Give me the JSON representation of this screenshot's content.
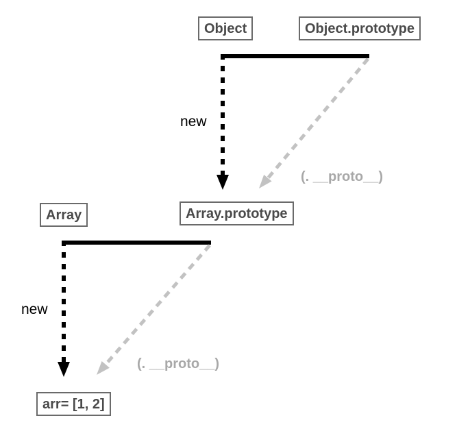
{
  "diagram": {
    "nodes": {
      "object": {
        "label": "Object"
      },
      "object_prototype": {
        "label": "Object.prototype"
      },
      "array": {
        "label": "Array"
      },
      "array_prototype": {
        "label": "Array.prototype"
      },
      "arr_instance": {
        "label": "arr= [1, 2]"
      }
    },
    "edges": {
      "object_new": {
        "label": "new"
      },
      "object_proto": {
        "label": "(. __proto__)"
      },
      "array_new": {
        "label": "new"
      },
      "array_proto": {
        "label": "(. __proto__)"
      }
    },
    "colors": {
      "box_border": "#6a6a6a",
      "box_text": "#4a4a4a",
      "solid_line": "#000000",
      "new_text": "#000000",
      "proto_line": "#c2c2c2",
      "proto_text": "#a8a8a8",
      "background": "#ffffff"
    }
  }
}
